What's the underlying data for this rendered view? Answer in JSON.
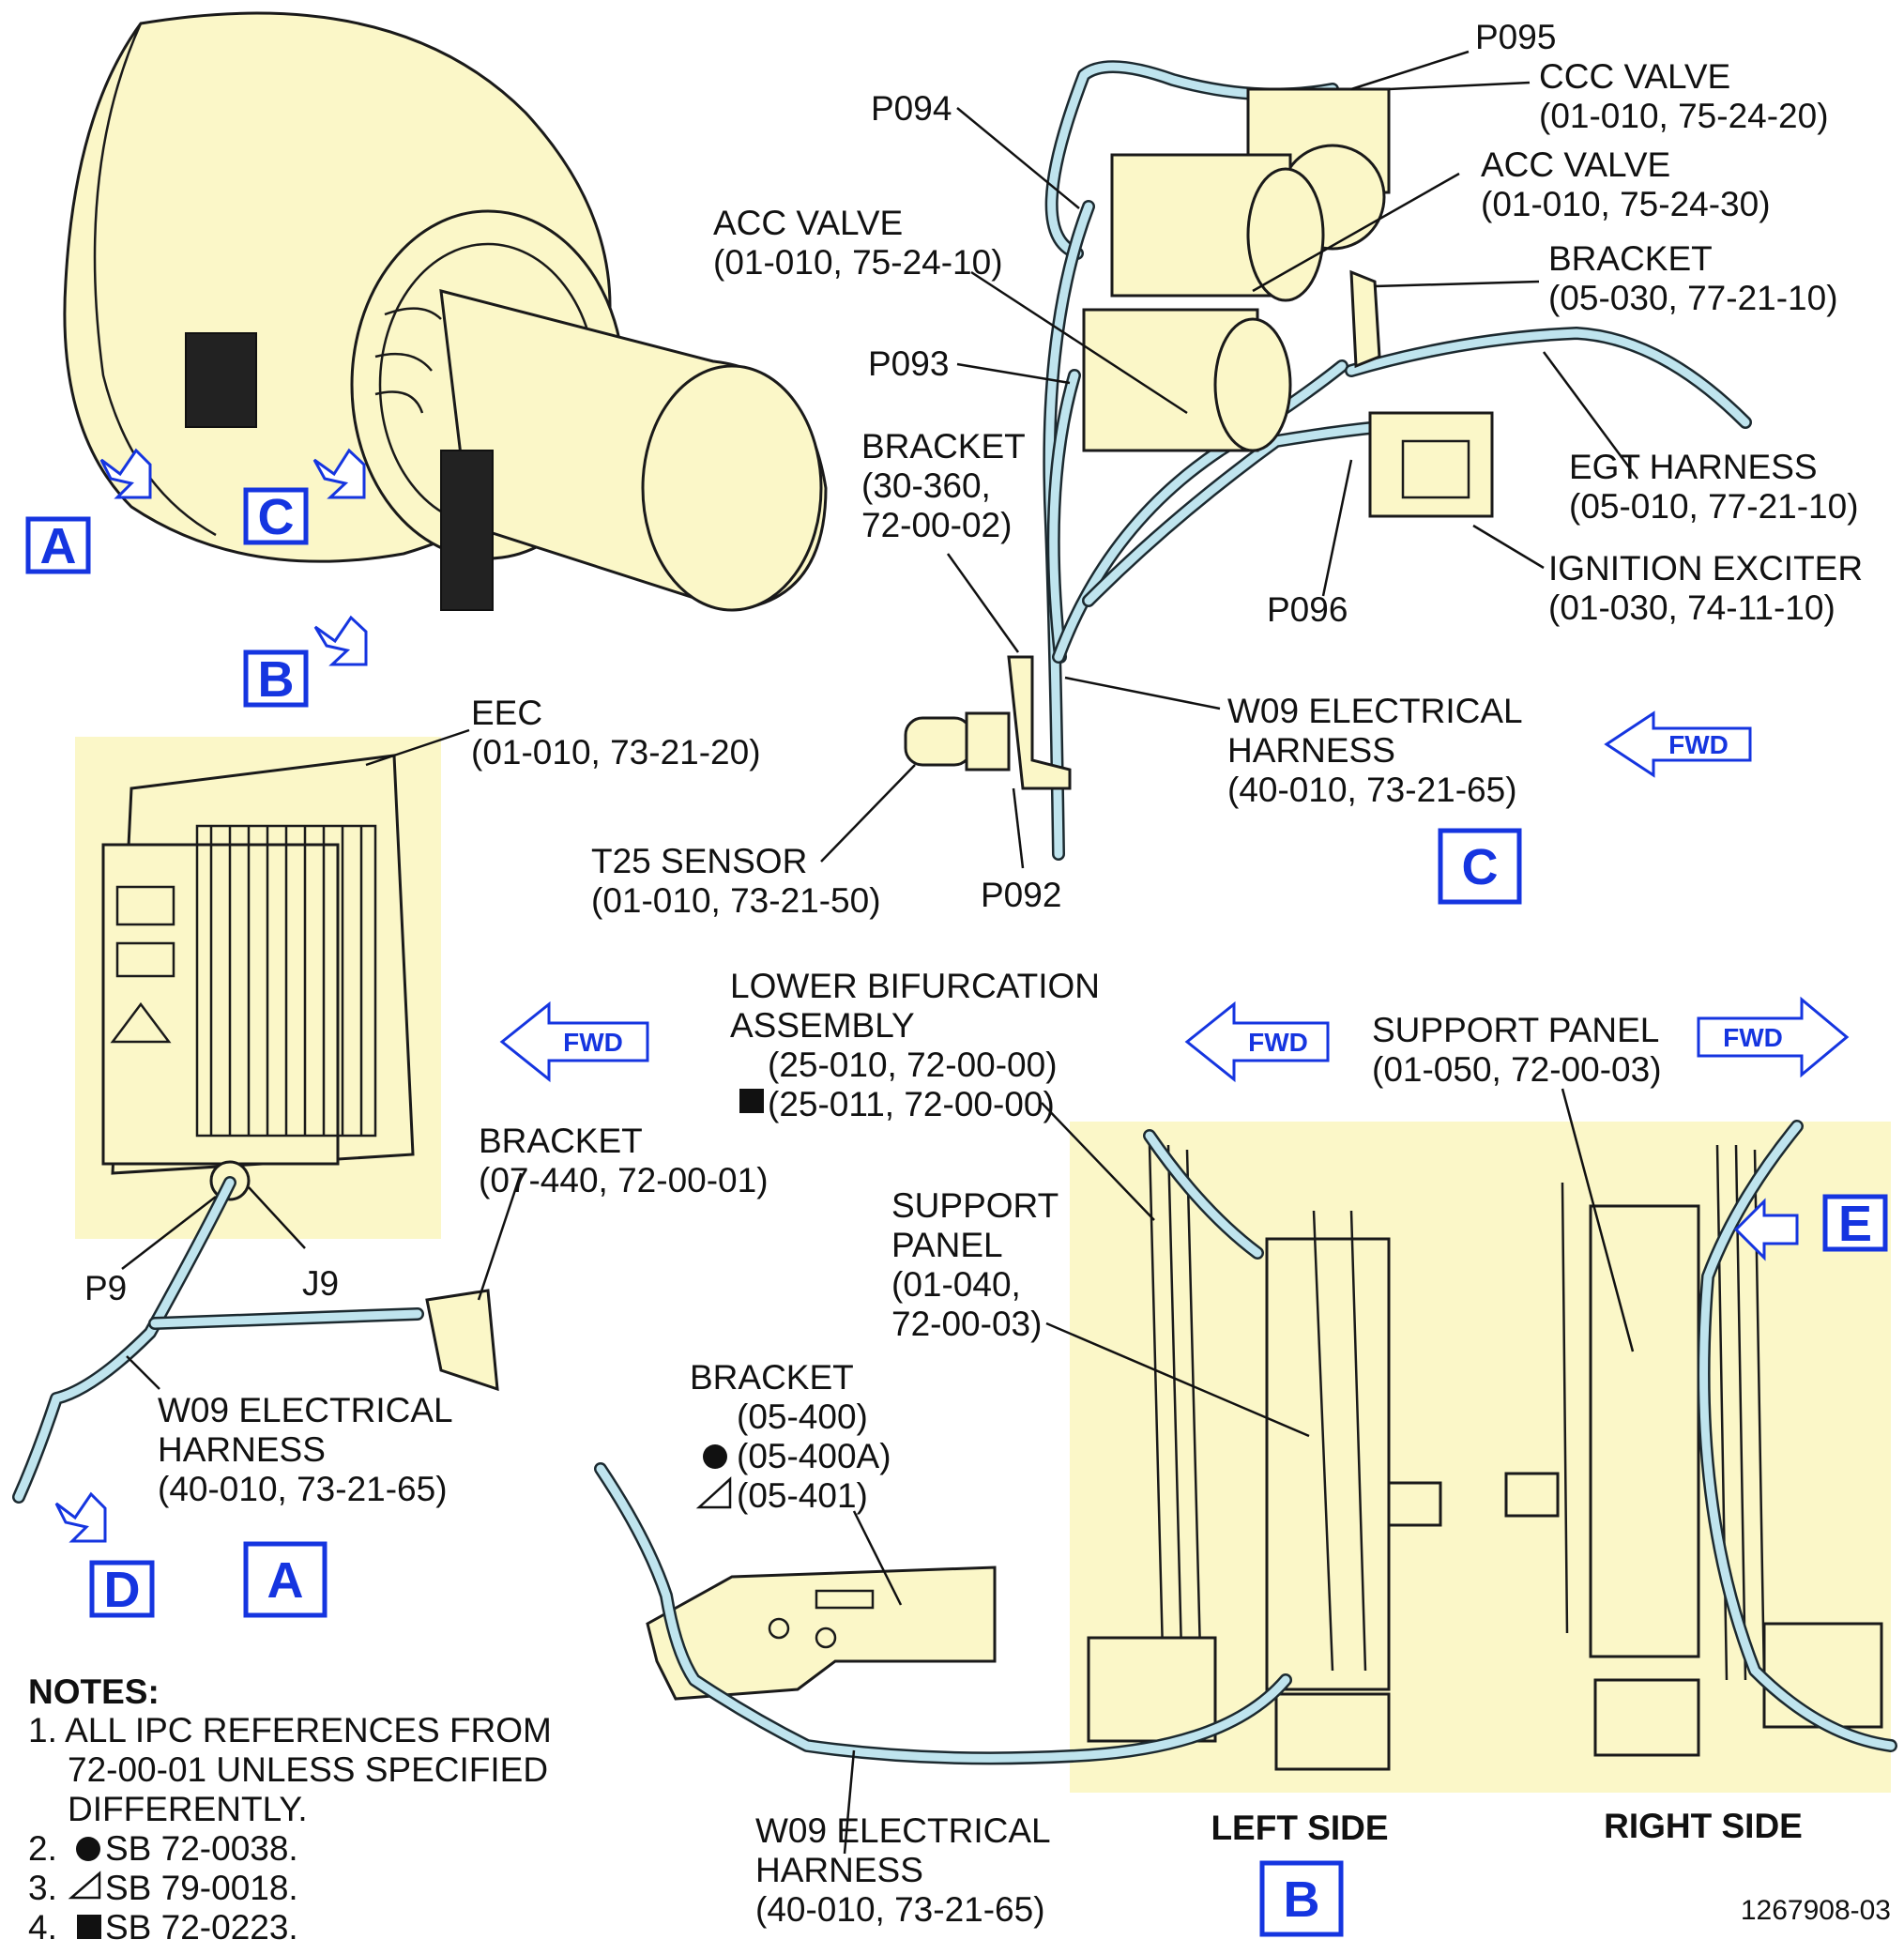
{
  "views": {
    "a": "A",
    "b": "B",
    "c": "C",
    "d": "D",
    "e": "E"
  },
  "fwd": "FWD",
  "labels": {
    "p095": "P095",
    "ccc_valve": [
      "CCC VALVE",
      "(01-010, 75-24-20)"
    ],
    "p094": "P094",
    "acc_valve_right": [
      "ACC VALVE",
      "(01-010, 75-24-30)"
    ],
    "acc_valve_left": [
      "ACC VALVE",
      "(01-010, 75-24-10)"
    ],
    "bracket_c_right": [
      "BRACKET",
      "(05-030, 77-21-10)"
    ],
    "p093": "P093",
    "bracket_c_left": [
      "BRACKET",
      "(30-360,",
      "72-00-02)"
    ],
    "egt_harness": [
      "EGT HARNESS",
      "(05-010, 77-21-10)"
    ],
    "ignition_exciter": [
      "IGNITION EXCITER",
      "(01-030, 74-11-10)"
    ],
    "p096": "P096",
    "w09_c": [
      "W09 ELECTRICAL",
      "HARNESS",
      "(40-010, 73-21-65)"
    ],
    "t25_sensor": [
      "T25 SENSOR",
      "(01-010, 73-21-50)"
    ],
    "p092": "P092",
    "eec": [
      "EEC",
      "(01-010, 73-21-20)"
    ],
    "bracket_a": [
      "BRACKET",
      "(07-440, 72-00-01)"
    ],
    "p9": "P9",
    "j9": "J9",
    "w09_a": [
      "W09 ELECTRICAL",
      "HARNESS",
      "(40-010, 73-21-65)"
    ],
    "lower_bifurcation": [
      "LOWER BIFURCATION",
      "ASSEMBLY",
      "(25-010, 72-00-00)",
      "(25-011, 72-00-00)"
    ],
    "support_panel_right": [
      "SUPPORT PANEL",
      "(01-050, 72-00-03)"
    ],
    "support_panel_left": [
      "SUPPORT",
      "PANEL",
      "(01-040,",
      "72-00-03)"
    ],
    "bracket_b": [
      "BRACKET",
      "(05-400)",
      "(05-400A)",
      "(05-401)"
    ],
    "w09_b": [
      "W09 ELECTRICAL",
      "HARNESS",
      "(40-010, 73-21-65)"
    ],
    "left_side": "LEFT SIDE",
    "right_side": "RIGHT SIDE"
  },
  "notes": {
    "title": "NOTES:",
    "items": [
      "1. ALL IPC REFERENCES FROM",
      "72-00-01 UNLESS SPECIFIED",
      "DIFFERENTLY.",
      "2.",
      "SB 72-0038.",
      "3.",
      "SB 79-0018.",
      "4.",
      "SB 72-0223."
    ]
  },
  "figure_id": "1267908-03",
  "colors": {
    "part_fill": "#fbf7c8",
    "view_blue": "#1535e0",
    "harness": "#bfe4ee"
  }
}
